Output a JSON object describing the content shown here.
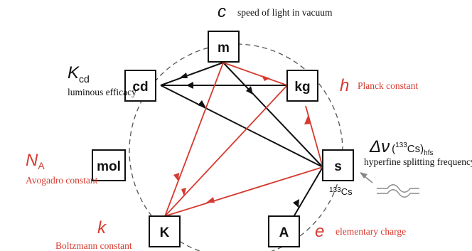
{
  "colors": {
    "red": "#d63a2f",
    "black": "#111111",
    "circle": "#555555",
    "wave": "#888888"
  },
  "units": {
    "m": "m",
    "kg": "kg",
    "s": "s",
    "A": "A",
    "K": "K",
    "mol": "mol",
    "cd": "cd"
  },
  "constants": {
    "c": {
      "symbol": "c",
      "desc": "speed of light in vacuum"
    },
    "h": {
      "symbol": "h",
      "desc": "Planck constant"
    },
    "dnu": {
      "symbol": "Δν",
      "paren_open": "(",
      "superscript": "133",
      "element": "Cs",
      "paren_close": ")",
      "subscript": "hfs",
      "desc": "hyperfine splitting frequency"
    },
    "e": {
      "symbol": "e",
      "desc": "elementary charge"
    },
    "k": {
      "symbol": "k",
      "desc": "Boltzmann constant"
    },
    "NA": {
      "symbol": "N",
      "subscript": "A",
      "desc": "Avogadro constant"
    },
    "Kcd": {
      "symbol": "K",
      "subscript": "cd",
      "desc": "luminous efficacy"
    }
  },
  "cesium": {
    "superscript": "133",
    "element": "Cs"
  }
}
